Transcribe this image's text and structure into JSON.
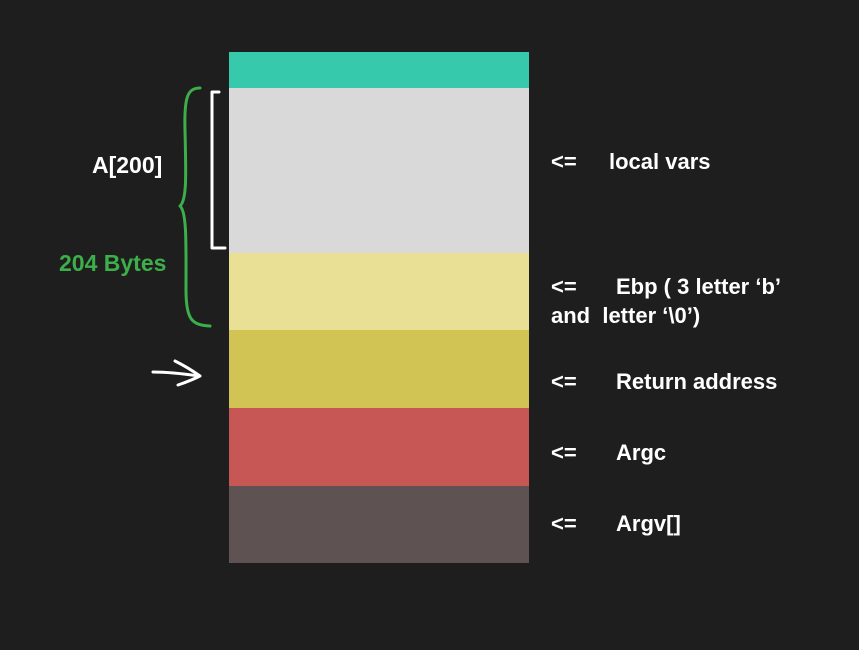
{
  "stack": {
    "segments": [
      {
        "name": "top",
        "color": "#36c9ab"
      },
      {
        "name": "local",
        "color": "#d9d9d9"
      },
      {
        "name": "ebp",
        "color": "#e9e095"
      },
      {
        "name": "return",
        "color": "#d2c355"
      },
      {
        "name": "argc",
        "color": "#c75755"
      },
      {
        "name": "argv",
        "color": "#5e5352"
      }
    ]
  },
  "labels": {
    "arrow": "<=",
    "local": "local vars",
    "ebp_line1": "Ebp ( 3 letter ‘b’",
    "ebp_line2": "and  letter ‘\\0’)",
    "return": "Return address",
    "argc": "Argc",
    "argv": "Argv[]"
  },
  "annotations": {
    "array": "A[200]",
    "bytes": "204 Bytes",
    "bytes_color": "#3cae4a",
    "bracket_color": "#ffffff",
    "pointer_icon": "hand-drawn-arrow-icon"
  }
}
